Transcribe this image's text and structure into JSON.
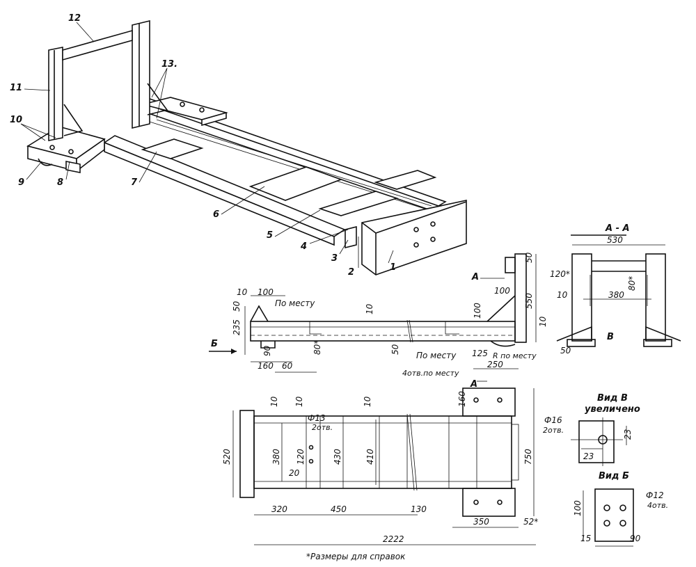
{
  "parts": [
    "1",
    "2",
    "3",
    "4",
    "5",
    "6",
    "7",
    "8",
    "9",
    "10",
    "11",
    "12",
    "13."
  ],
  "section_labels": {
    "section_aa": "А - А",
    "arrow_a_top": "А",
    "arrow_a_bottom": "А",
    "arrow_b": "Б",
    "arrow_v": "В",
    "view_v_line1": "Вид В",
    "view_v_line2": "увеличено",
    "view_b": "Вид Б"
  },
  "notes": {
    "po_mestu_1": "По месту",
    "po_mestu_2": "По месту",
    "r_po_mestu": "R по месту",
    "holes_po_mestu": "4отв.по месту",
    "hole_13": "Ф13",
    "hole_13_count": "2отв.",
    "hole_16": "Ф16",
    "hole_16_count": "2отв.",
    "hole_12": "Ф12",
    "hole_12_count": "4отв.",
    "footnote": "*Размеры для справок"
  },
  "dimensions": {
    "side": [
      "10",
      "100",
      "50",
      "235",
      "90",
      "160",
      "60",
      "80*",
      "10",
      "50",
      "100",
      "100",
      "125",
      "250",
      "550",
      "50",
      "10"
    ],
    "section": [
      "530",
      "120*",
      "80*",
      "10",
      "380",
      "50"
    ],
    "plan": [
      "10",
      "10",
      "10",
      "160",
      "520",
      "380",
      "120",
      "430",
      "410",
      "20",
      "750",
      "320",
      "450",
      "130",
      "350",
      "52*",
      "2222"
    ],
    "view_v": [
      "23",
      "23"
    ],
    "view_b": [
      "100",
      "15",
      "90"
    ]
  }
}
